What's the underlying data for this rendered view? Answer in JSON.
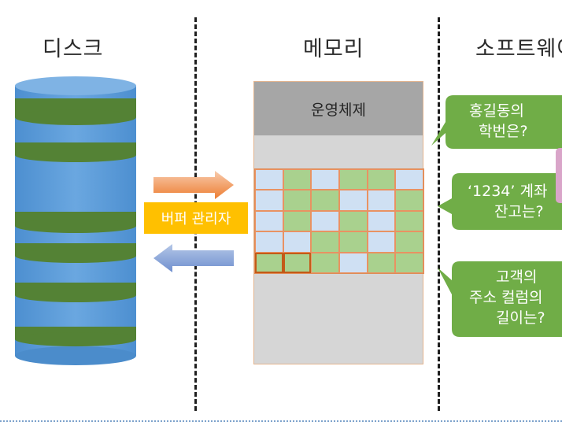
{
  "titles": {
    "disk": "디스크",
    "memory": "메모리",
    "software": "소프트웨어"
  },
  "memory": {
    "os_label": "운영체제",
    "buffer_cells": [
      [
        "blue",
        "green",
        "blue",
        "green",
        "green",
        "blue"
      ],
      [
        "blue",
        "green",
        "green",
        "blue",
        "blue",
        "green"
      ],
      [
        "blue",
        "green",
        "blue",
        "green",
        "blue",
        "green"
      ],
      [
        "blue",
        "blue",
        "green",
        "green",
        "blue",
        "green"
      ],
      [
        "green-strong",
        "green-strong",
        "green",
        "blue",
        "green",
        "green"
      ]
    ]
  },
  "buffer_manager": {
    "label": "버퍼 관리자"
  },
  "queries": [
    {
      "lines": [
        "홍길동의",
        "학번은?"
      ]
    },
    {
      "lines": [
        "‘1234’ 계좌",
        "잔고는?"
      ]
    },
    {
      "lines": [
        "고객의",
        "주소 컬럼의",
        "길이는?"
      ]
    }
  ],
  "colors": {
    "disk_blue": "#5b9bd5",
    "disk_green": "#548235",
    "bubble_green": "#70ad47",
    "buffer_label": "#ffc000",
    "arrow_to_memory": "#f4b183",
    "arrow_to_disk": "#8faadc"
  }
}
